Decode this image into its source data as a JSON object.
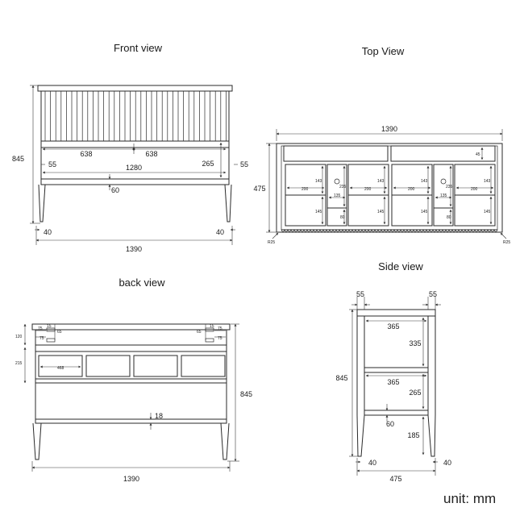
{
  "unit_label": "unit: mm",
  "front": {
    "title": "Front view",
    "height": "845",
    "half_left": "638",
    "half_right": "638",
    "side_left": "55",
    "side_right": "55",
    "inner_width": "1280",
    "panel_height": "265",
    "rail": "60",
    "foot_left": "40",
    "foot_right": "40",
    "total_width": "1390"
  },
  "top": {
    "title": "Top View",
    "width": "1390",
    "depth": "475",
    "drawer_depth": "45",
    "compart_w": "200",
    "compart_h_top": "143",
    "compart_h_bottom": "145",
    "mid_w": "135",
    "mid_h": "235",
    "mid_small": "80",
    "radius": "R25"
  },
  "back": {
    "title": "back view",
    "top_offset": "120",
    "lower_offset": "215",
    "height": "845",
    "dim_75": "75",
    "dim_15": "15",
    "dim_65": "65",
    "dim_468": "468",
    "rail": "18",
    "width": "1390"
  },
  "side": {
    "title": "Side view",
    "leg_left": "55",
    "leg_right": "55",
    "inner_top": "365",
    "inner_mid": "365",
    "h1": "335",
    "h2": "265",
    "h3": "185",
    "height": "845",
    "rail": "60",
    "foot_left": "40",
    "foot_right": "40",
    "depth": "475"
  }
}
